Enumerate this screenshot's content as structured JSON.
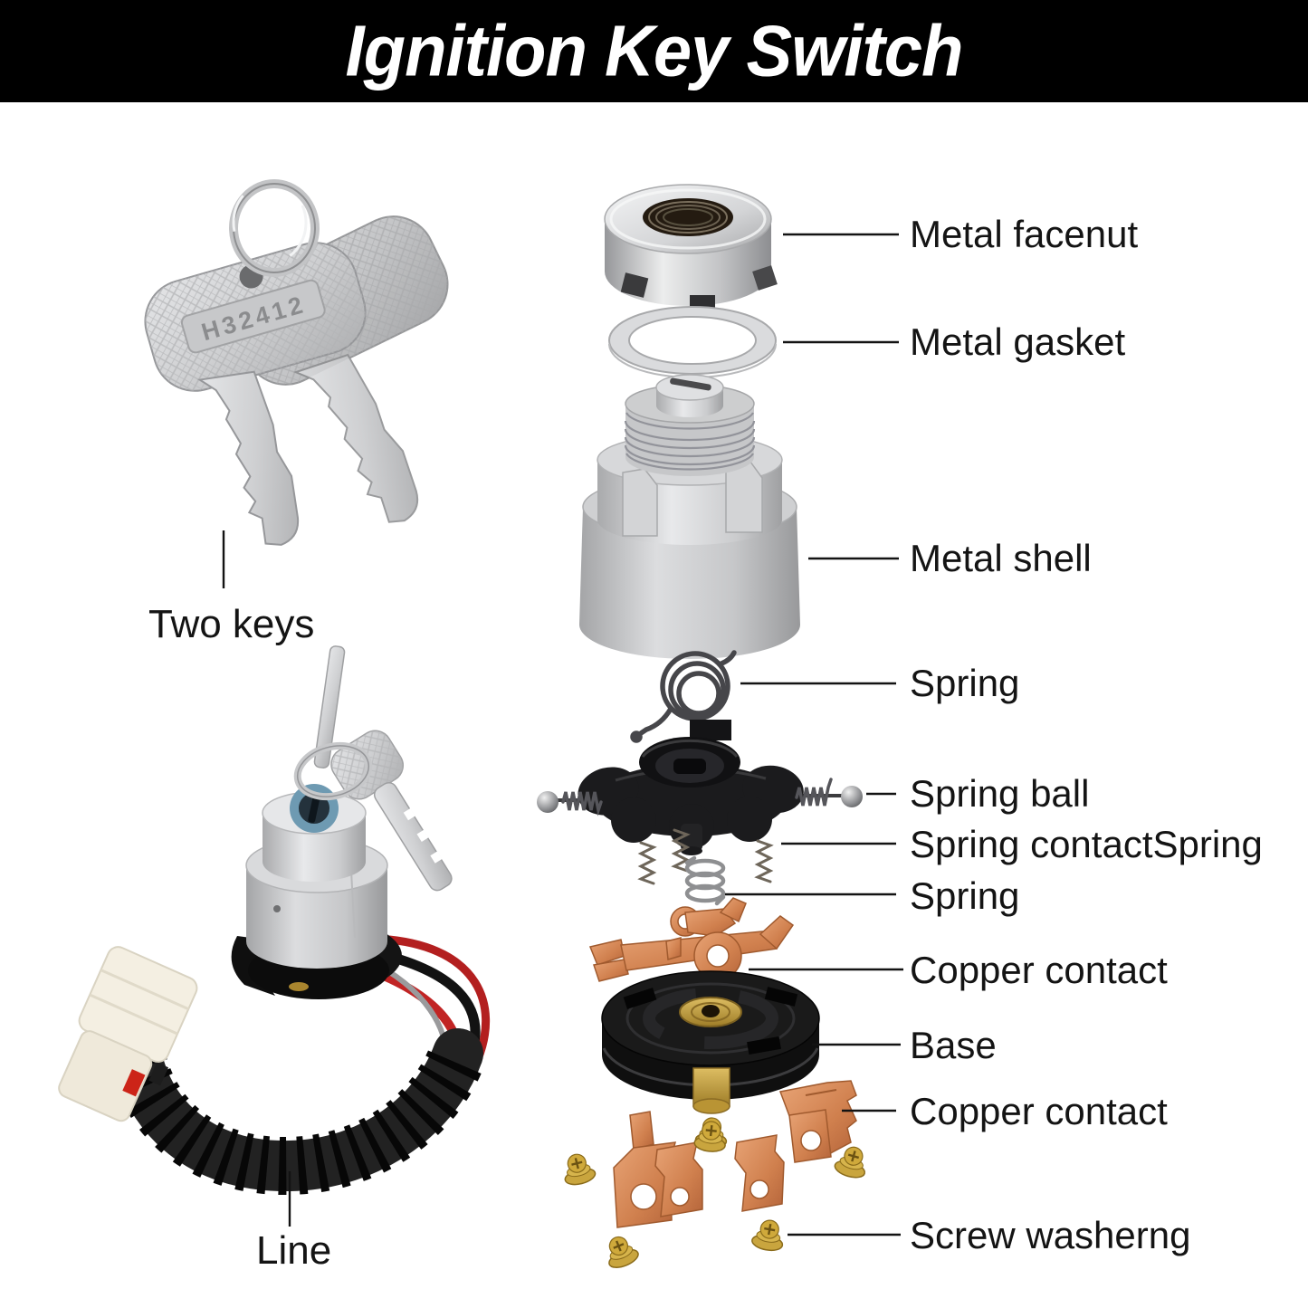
{
  "header": {
    "title": "Ignition Key Switch"
  },
  "left": {
    "keys_label": "Two keys",
    "key_stamp": "H32412",
    "line_label": "Line"
  },
  "parts_labels": {
    "facenut": "Metal facenut",
    "gasket": "Metal gasket",
    "shell": "Metal shell",
    "spring_top": "Spring",
    "spring_ball": "Spring ball",
    "spring_contact": "Spring contactSpring",
    "spring_mid": "Spring",
    "copper_contact_top": "Copper contact",
    "base": "Base",
    "copper_contact_bottom": "Copper contact",
    "screw_washer": "Screw washerng"
  },
  "colors": {
    "banner_bg": "#000000",
    "banner_fg": "#ffffff",
    "label_text": "#141414",
    "steel": "#c9cacc",
    "copper": "#c4713f",
    "brass": "#c7a33c",
    "black_plastic": "#161616",
    "keyhole_blue": "#6e9ab2"
  }
}
